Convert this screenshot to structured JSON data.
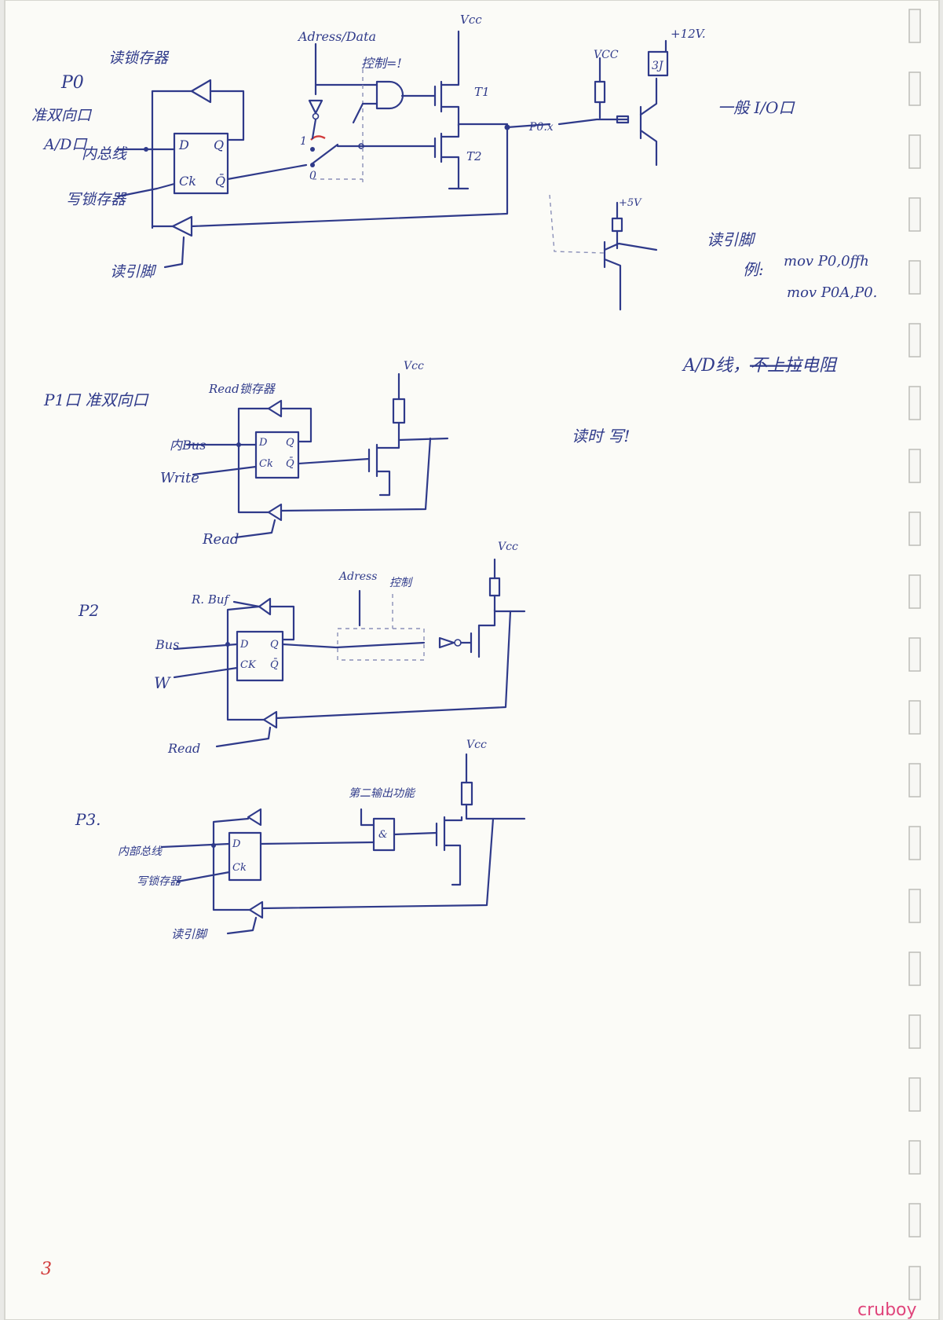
{
  "colors": {
    "paper": "#fbfbf7",
    "ink": "#2f3a8a",
    "red_ink": "#d23b3b",
    "watermark": "#e0457b",
    "binding": "#e9e9e6"
  },
  "icons": [
    "buffer-triangle-icon",
    "d-flip-flop-icon",
    "mosfet-icon",
    "resistor-icon",
    "transistor-icon",
    "relay-icon"
  ],
  "p0": {
    "title": "P0",
    "sub1": "准双向口",
    "sub2": "A/D口",
    "read_latch": "读锁存器",
    "addr_data": "Adress/Data",
    "ctrl": "控制=!",
    "internal_bus": "内总线",
    "write_latch": "写锁存器",
    "read_pin": "读引脚",
    "ff_d": "D",
    "ff_q": "Q",
    "ff_ck": "Ck",
    "ff_qn": "Q̄",
    "sw_1": "1",
    "sw_0": "0",
    "t1": "T1",
    "t2": "T2",
    "vcc": "Vcc",
    "pin": "P0.x",
    "vcc2": "VCC",
    "v12": "+12V.",
    "relay": "3J",
    "general_io": "一般 I/O口",
    "v5": "+5V",
    "read_pin2": "读引脚",
    "ex_label": "例:",
    "ex_line1": "mov P0,0ffh",
    "ex_line2": "mov P0A,P0.",
    "ad_note_pre": "A/D线，",
    "ad_note_strike": "不上拉",
    "ad_note_post": "电阻"
  },
  "p1": {
    "title": "P1口 准双向口",
    "read_latch": "Read锁存器",
    "internal_bus": "内Bus",
    "write": "Write",
    "read": "Read",
    "vcc": "Vcc",
    "ff_d": "D",
    "ff_q": "Q",
    "ff_ck": "Ck",
    "ff_qn": "Q̄",
    "note": "读时 写!"
  },
  "p2": {
    "title": "P2",
    "rbuf": "R. Buf",
    "bus": "Bus",
    "w": "W",
    "read": "Read",
    "addr": "Adress",
    "ctrl": "控制",
    "vcc": "Vcc",
    "ff_d": "D",
    "ff_q": "Q",
    "ff_ck": "CK",
    "ff_qn": "Q̄"
  },
  "p3": {
    "title": "P3.",
    "internal_bus": "内部总线",
    "write_latch": "写锁存器",
    "read_pin": "读引脚",
    "second_func": "第二输出功能",
    "vcc": "Vcc",
    "ff_d": "D",
    "ff_ck": "Ck",
    "gate": "&"
  },
  "page_number": "3",
  "watermark": "cruboy"
}
